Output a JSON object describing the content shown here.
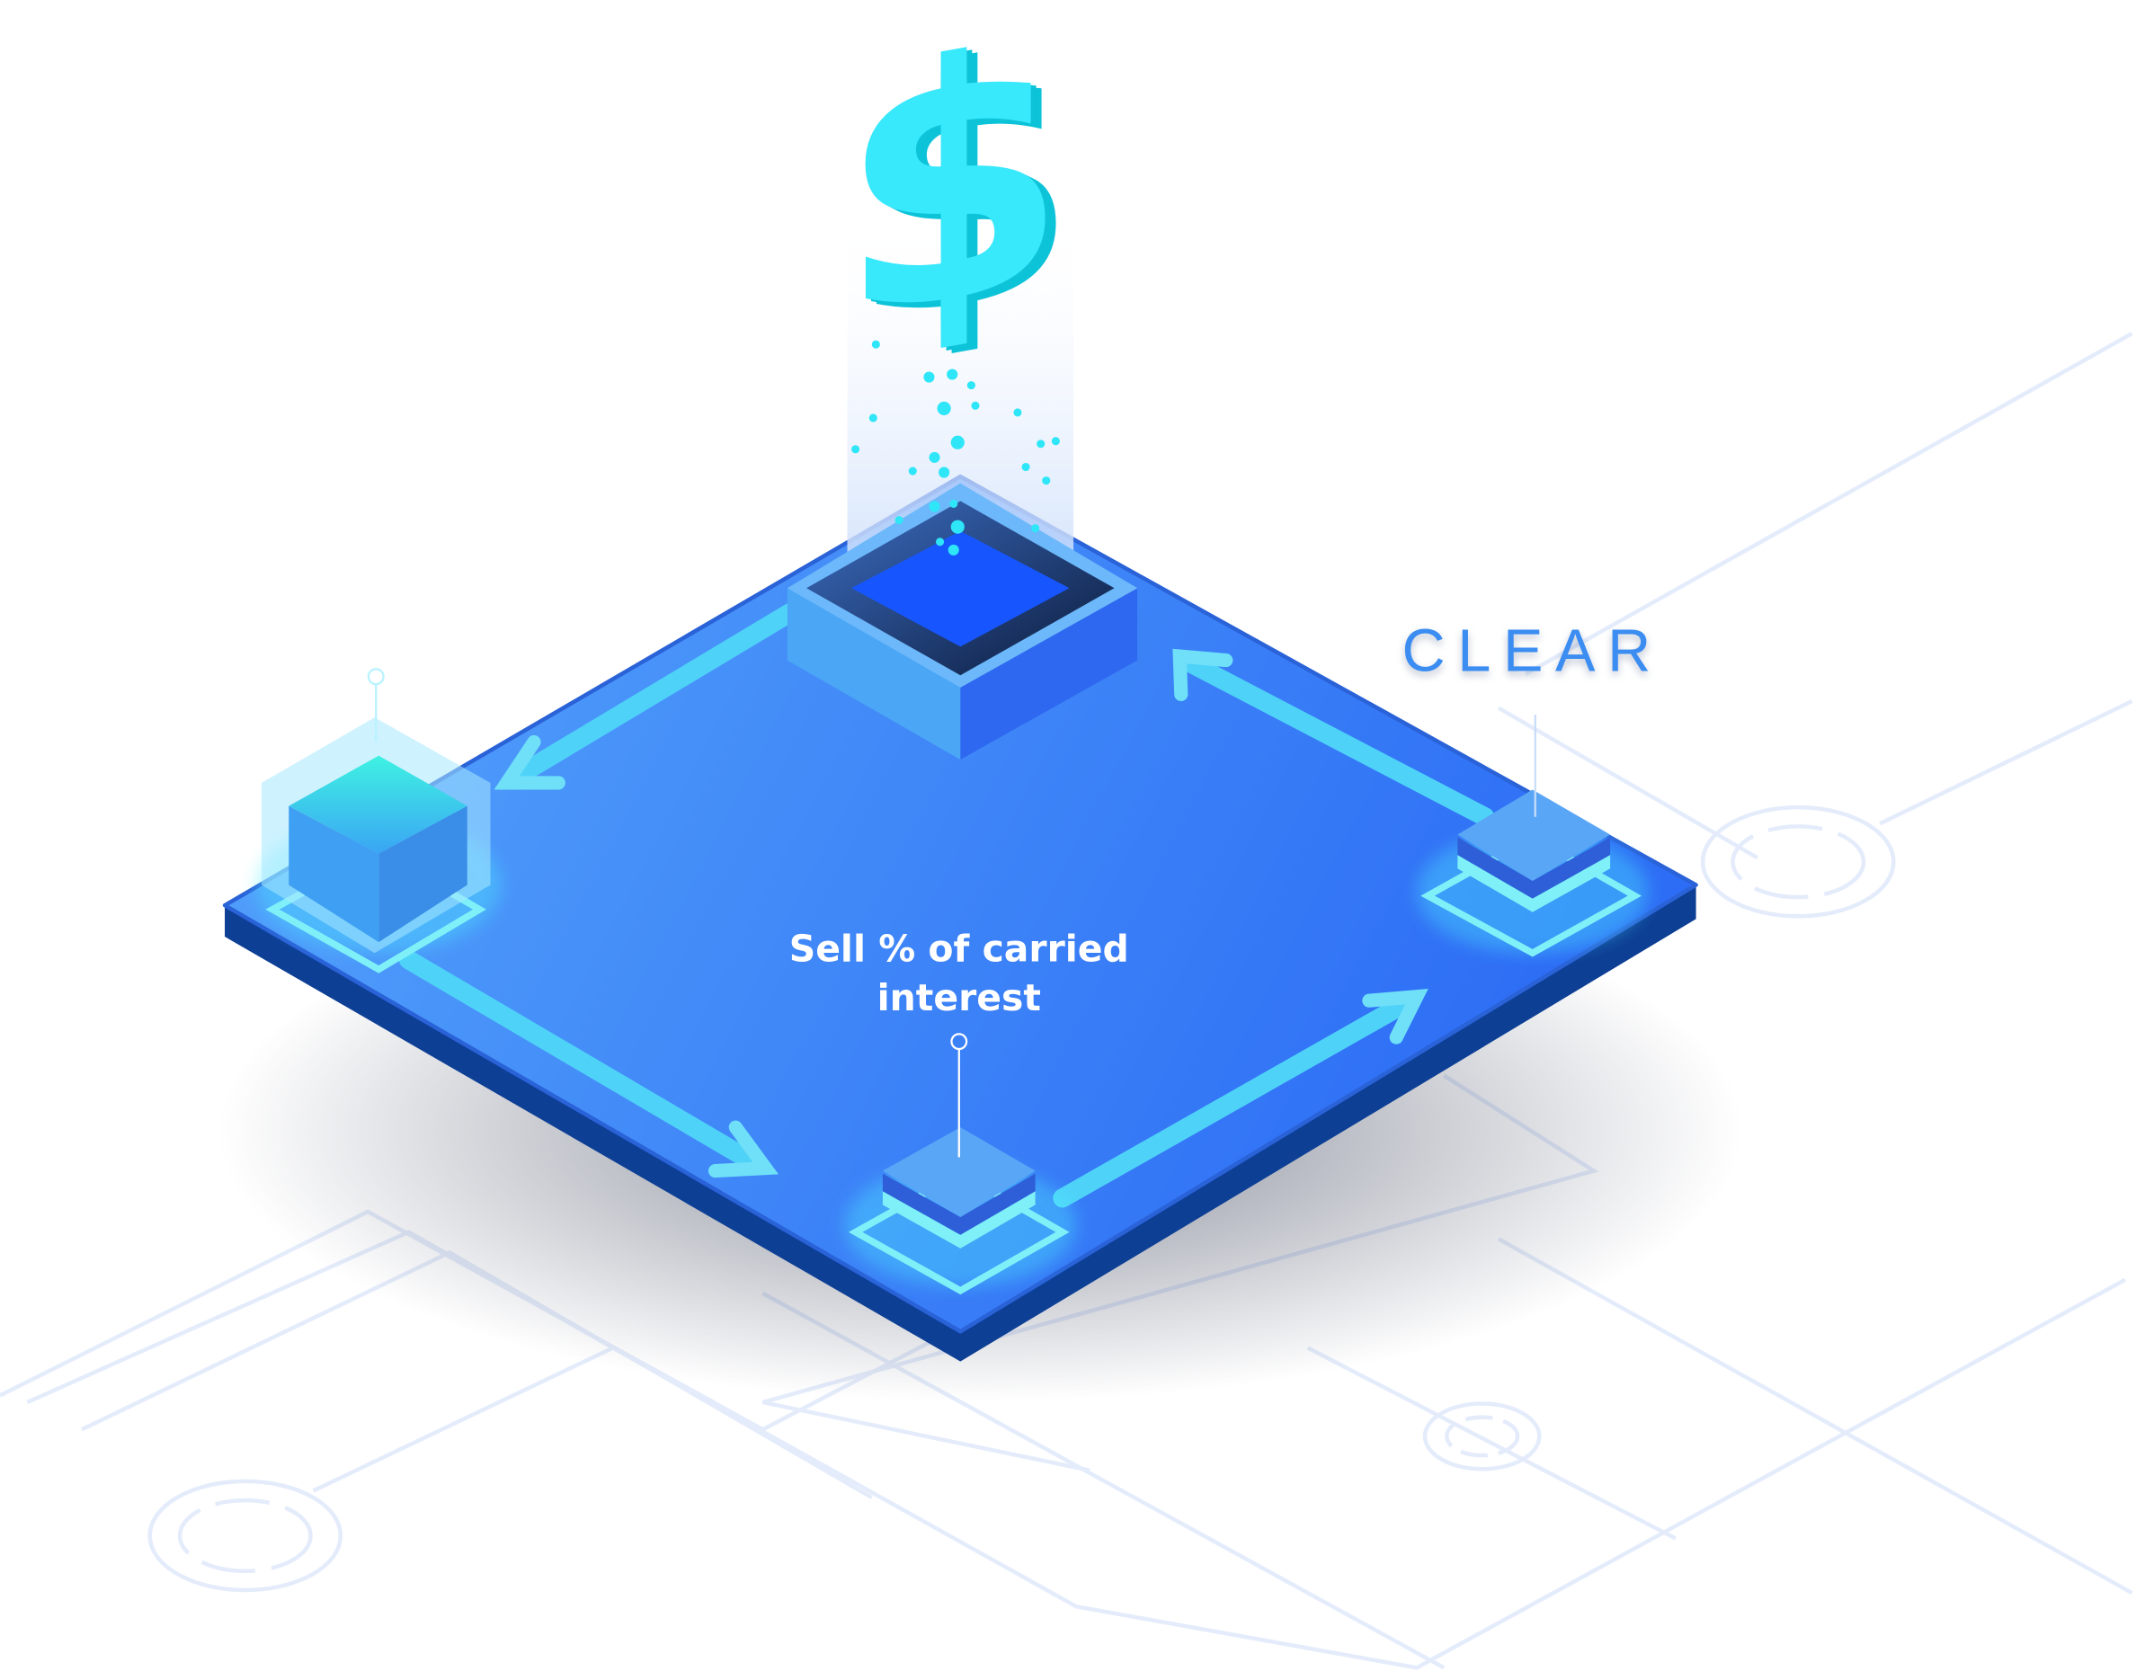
{
  "diagram": {
    "label": "Sell % of carried interest",
    "label_line1": "Sell % of carried",
    "label_line2": "interest",
    "logo": "CLEAR",
    "icon": "dollar-icon",
    "colors": {
      "platform": "#3f8cf7",
      "platform_edge": "#0d3f95",
      "accent_cyan": "#2ee6f7",
      "logo": "#3c8df2",
      "circuit_lines": "#e4ecfb"
    }
  }
}
